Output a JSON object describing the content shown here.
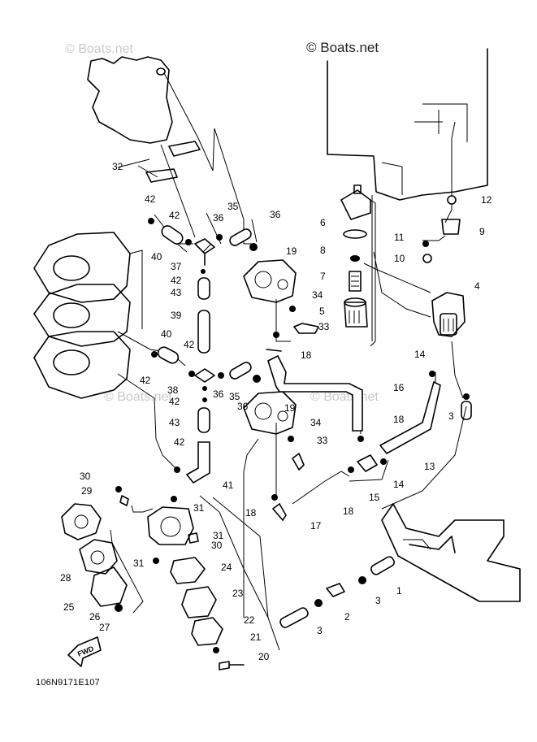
{
  "watermark": {
    "main": "© Boats.net",
    "faint": "© Boats.net"
  },
  "diagram_code": "106N9171E107",
  "fwd_label": "FWD",
  "callouts": [
    "1",
    "2",
    "3",
    "4",
    "5",
    "6",
    "7",
    "8",
    "9",
    "10",
    "11",
    "12",
    "13",
    "14",
    "15",
    "16",
    "17",
    "18",
    "19",
    "20",
    "21",
    "22",
    "23",
    "24",
    "25",
    "26",
    "27",
    "28",
    "29",
    "30",
    "31",
    "32",
    "33",
    "34",
    "35",
    "36",
    "37",
    "38",
    "39",
    "40",
    "41",
    "42",
    "43"
  ]
}
